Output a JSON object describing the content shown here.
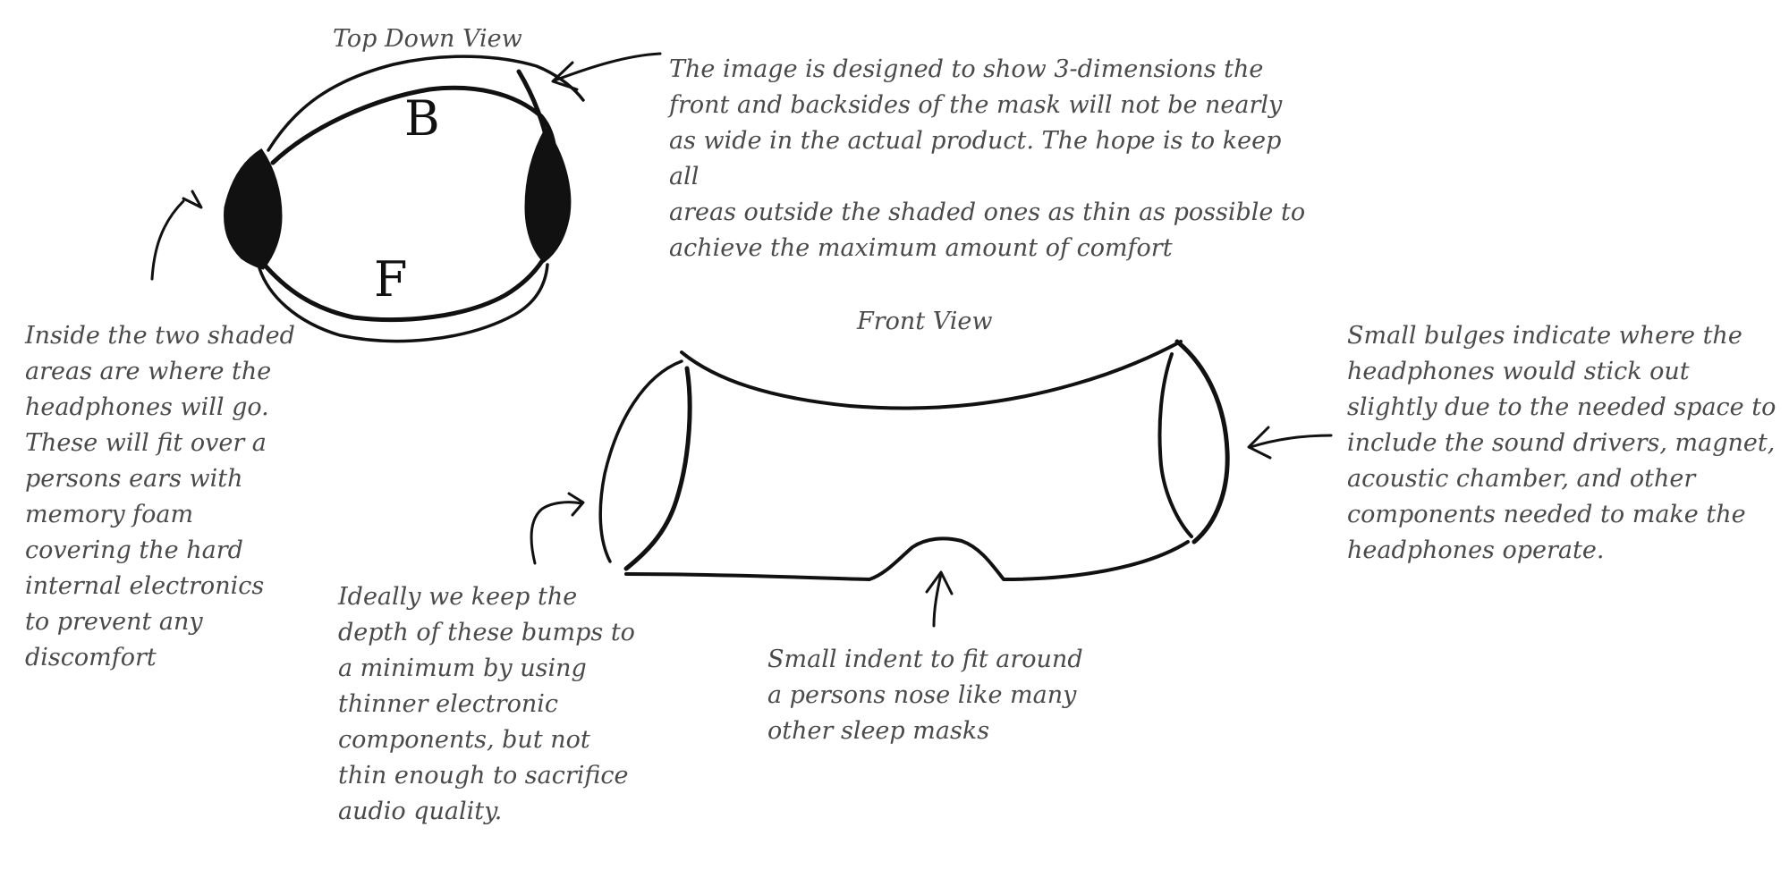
{
  "top_view": {
    "title": "Top Down View",
    "back_label": "B",
    "front_label": "F"
  },
  "front_view": {
    "title": "Front View"
  },
  "notes": {
    "dimensions": "The image is designed to show 3-dimensions the\nfront and backsides of the mask will not be nearly\nas wide in the actual product. The hope is to keep all\nareas outside the shaded ones as thin as possible to\nachieve the maximum amount of comfort",
    "shaded_areas": "Inside the two shaded\nareas are where the\nheadphones will go.\nThese will fit over a\npersons ears with\nmemory foam\ncovering the hard\ninternal electronics\nto prevent any\ndiscomfort",
    "bulges": "Small bulges indicate where the\nheadphones would stick out\nslightly due to the needed space to\ninclude the sound drivers, magnet,\nacoustic chamber, and other\ncomponents needed to make the\nheadphones operate.",
    "bumps": "Ideally we keep the\ndepth of these bumps to\na minimum by using\nthinner electronic\ncomponents, but not\nthin enough to sacrifice\naudio quality.",
    "indent": "Small indent to fit around\na persons nose like many\nother sleep masks"
  },
  "colors": {
    "ink": "#111111",
    "text": "#4a4a4a",
    "background": "#ffffff"
  }
}
